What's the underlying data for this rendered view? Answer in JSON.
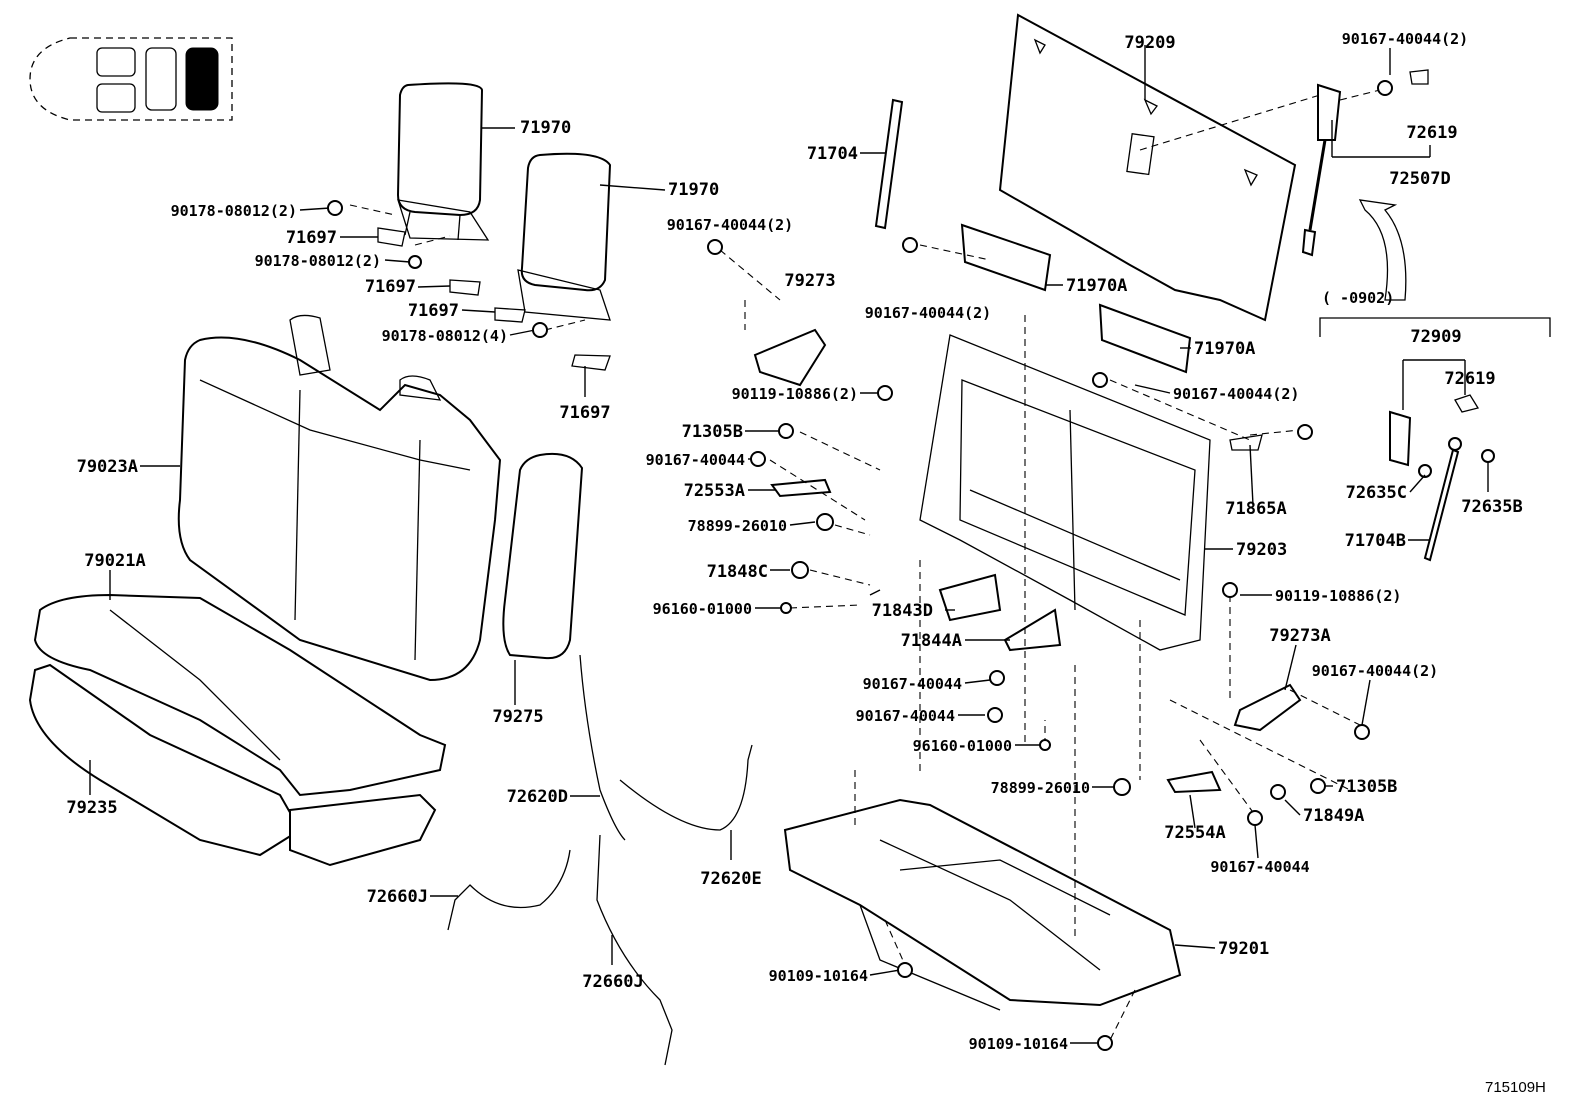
{
  "drawing_code": "715109H",
  "inset_note": "(     -0902)",
  "callouts": [
    {
      "id": "c01",
      "text": "71970"
    },
    {
      "id": "c02",
      "text": "71970"
    },
    {
      "id": "c03",
      "text": "90178-08012(2)"
    },
    {
      "id": "c04",
      "text": "71697"
    },
    {
      "id": "c05",
      "text": "90178-08012(2)"
    },
    {
      "id": "c06",
      "text": "71697"
    },
    {
      "id": "c07",
      "text": "71697"
    },
    {
      "id": "c08",
      "text": "90178-08012(4)"
    },
    {
      "id": "c09",
      "text": "71697"
    },
    {
      "id": "c10",
      "text": "79023A"
    },
    {
      "id": "c11",
      "text": "79021A"
    },
    {
      "id": "c12",
      "text": "79275"
    },
    {
      "id": "c13",
      "text": "79235"
    },
    {
      "id": "c14",
      "text": "72620D"
    },
    {
      "id": "c15",
      "text": "72620E"
    },
    {
      "id": "c16",
      "text": "72660J"
    },
    {
      "id": "c17",
      "text": "72660J"
    },
    {
      "id": "c18",
      "text": "71704"
    },
    {
      "id": "c19",
      "text": "90167-40044(2)"
    },
    {
      "id": "c20",
      "text": "79273"
    },
    {
      "id": "c21",
      "text": "90119-10886(2)"
    },
    {
      "id": "c22",
      "text": "71305B"
    },
    {
      "id": "c23",
      "text": "90167-40044"
    },
    {
      "id": "c24",
      "text": "72553A"
    },
    {
      "id": "c25",
      "text": "78899-26010"
    },
    {
      "id": "c26",
      "text": "71848C"
    },
    {
      "id": "c27",
      "text": "96160-01000"
    },
    {
      "id": "c28",
      "text": "71843D"
    },
    {
      "id": "c29",
      "text": "71844A"
    },
    {
      "id": "c30",
      "text": "90167-40044"
    },
    {
      "id": "c31",
      "text": "90167-40044"
    },
    {
      "id": "c32",
      "text": "96160-01000"
    },
    {
      "id": "c33",
      "text": "78899-26010"
    },
    {
      "id": "c34",
      "text": "72554A"
    },
    {
      "id": "c35",
      "text": "90167-40044"
    },
    {
      "id": "c36",
      "text": "90109-10164"
    },
    {
      "id": "c37",
      "text": "90109-10164"
    },
    {
      "id": "c38",
      "text": "79201"
    },
    {
      "id": "c39",
      "text": "79209"
    },
    {
      "id": "c40",
      "text": "90167-40044(2)"
    },
    {
      "id": "c41",
      "text": "71970A"
    },
    {
      "id": "c42",
      "text": "71970A"
    },
    {
      "id": "c43",
      "text": "90167-40044(2)"
    },
    {
      "id": "c44",
      "text": "71865A"
    },
    {
      "id": "c45",
      "text": "79203"
    },
    {
      "id": "c46",
      "text": "90119-10886(2)"
    },
    {
      "id": "c47",
      "text": "79273A"
    },
    {
      "id": "c48",
      "text": "90167-40044(2)"
    },
    {
      "id": "c49",
      "text": "71305B"
    },
    {
      "id": "c50",
      "text": "71849A"
    },
    {
      "id": "c51",
      "text": "90167-40044(2)"
    },
    {
      "id": "c52",
      "text": "72619"
    },
    {
      "id": "c53",
      "text": "72507D"
    },
    {
      "id": "c54",
      "text": "72909"
    },
    {
      "id": "c55",
      "text": "72619"
    },
    {
      "id": "c56",
      "text": "72635C"
    },
    {
      "id": "c57",
      "text": "72635B"
    },
    {
      "id": "c58",
      "text": "71704B"
    }
  ]
}
